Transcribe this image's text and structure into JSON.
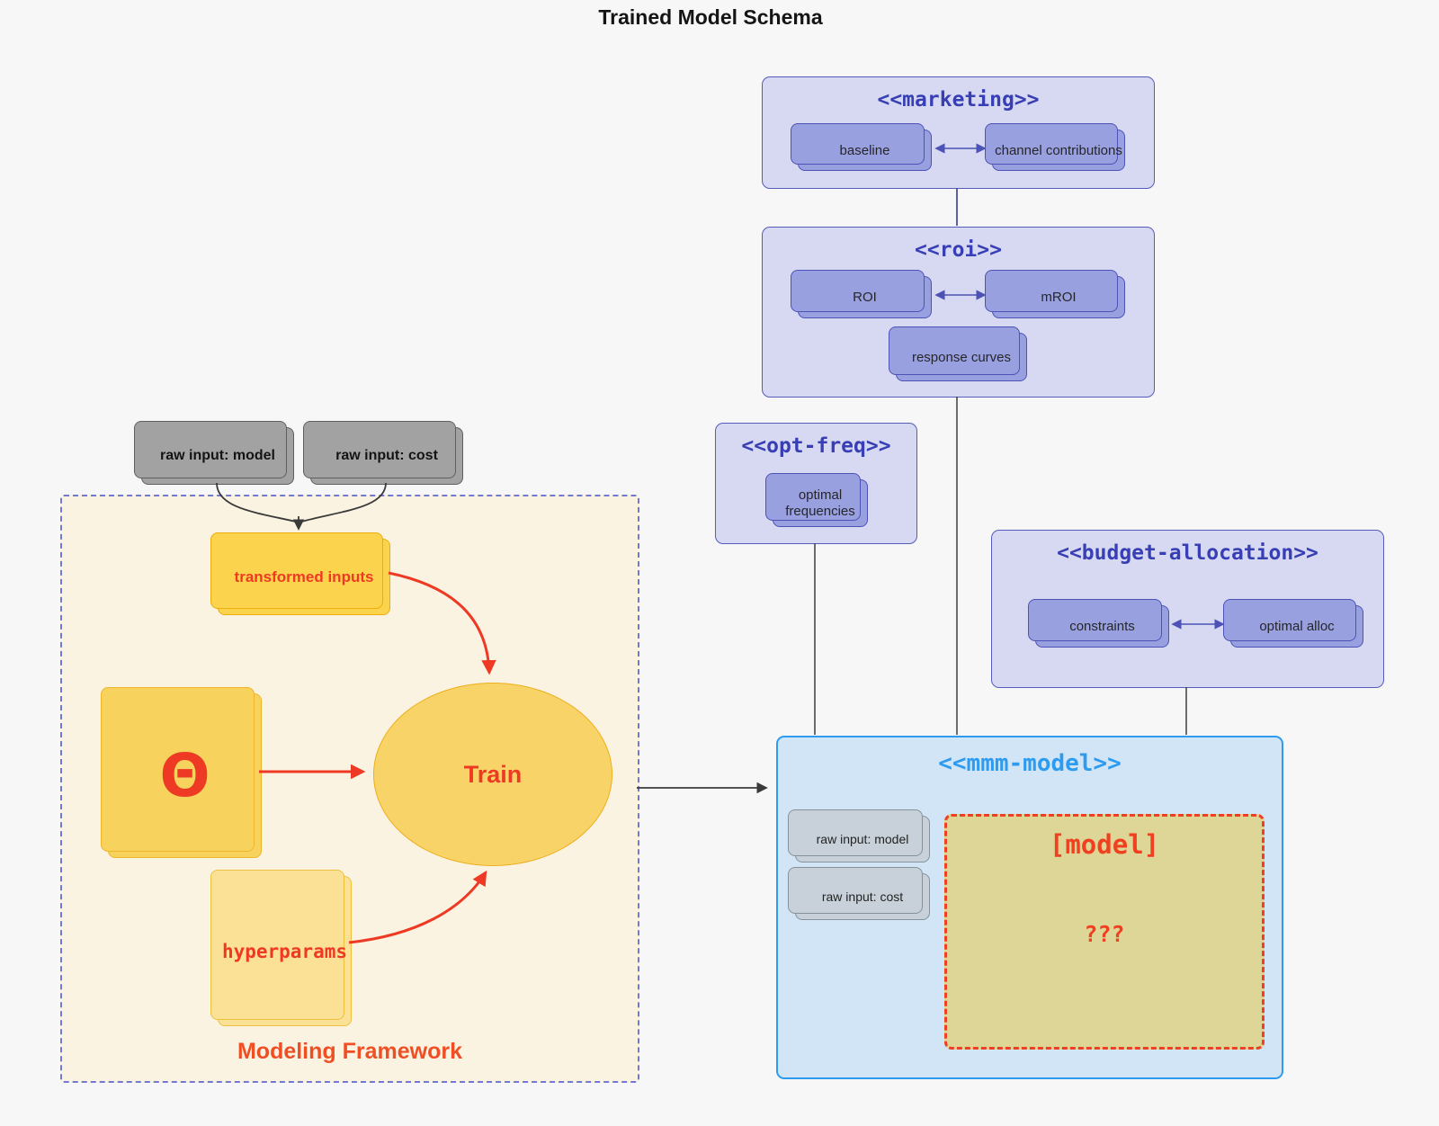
{
  "title": "Trained Model Schema",
  "colors": {
    "background": "#f7f7f8",
    "purple_container_fill": "#d6d9f1",
    "purple_container_border": "#565cbb",
    "purple_node_fill": "#99a0df",
    "purple_title_text": "#383fb5",
    "blue_container_fill": "#d2e5f6",
    "blue_container_border": "#2d9cf0",
    "framework_fill": "#faf3e2",
    "framework_border": "#7379cf",
    "gold_node_fill": "#fbd34d",
    "gold_light_fill": "#fae196",
    "khaki_fill": "#ddd697",
    "red_accent": "#ee3a24",
    "gray_node_fill": "#a2a2a2",
    "gray_light_node_fill": "#c8d1d9"
  },
  "containers": {
    "marketing": {
      "title": "<<marketing>>",
      "nodes": {
        "baseline": "baseline",
        "channel_contributions": "channel contributions"
      }
    },
    "roi": {
      "title": "<<roi>>",
      "nodes": {
        "roi": "ROI",
        "mroi": "mROI",
        "response_curves": "response curves"
      }
    },
    "opt_freq": {
      "title": "<<opt-freq>>",
      "nodes": {
        "optimal_frequencies": "optimal frequencies"
      }
    },
    "budget_allocation": {
      "title": "<<budget-allocation>>",
      "nodes": {
        "constraints": "constraints",
        "optimal_alloc": "optimal alloc"
      }
    },
    "mmm_model": {
      "title": "<<mmm-model>>",
      "nodes": {
        "raw_input_model": "raw input: model",
        "raw_input_cost": "raw input: cost",
        "model_bracket": "[model]",
        "unknown": "???"
      }
    },
    "framework": {
      "label": "Modeling Framework",
      "nodes": {
        "transformed_inputs": "transformed inputs",
        "theta": "Θ",
        "train": "Train",
        "hyperparams": "hyperparams"
      }
    }
  },
  "external_inputs": {
    "raw_input_model": "raw input: model",
    "raw_input_cost": "raw input: cost"
  },
  "edges": [
    {
      "from": "raw-input-model",
      "to": "transformed-inputs"
    },
    {
      "from": "raw-input-cost",
      "to": "transformed-inputs"
    },
    {
      "from": "transformed-inputs",
      "to": "train"
    },
    {
      "from": "theta",
      "to": "train"
    },
    {
      "from": "hyperparams",
      "to": "train"
    },
    {
      "from": "modeling-framework",
      "to": "mmm-model"
    },
    {
      "from": "marketing",
      "to": "roi"
    },
    {
      "from": "roi",
      "to": "mmm-model"
    },
    {
      "from": "opt-freq",
      "to": "mmm-model"
    },
    {
      "from": "budget-allocation",
      "to": "mmm-model"
    },
    {
      "from": "baseline",
      "to": "channel contributions",
      "bidirectional": true
    },
    {
      "from": "ROI",
      "to": "mROI",
      "bidirectional": true
    },
    {
      "from": "constraints",
      "to": "optimal alloc",
      "bidirectional": true
    }
  ]
}
